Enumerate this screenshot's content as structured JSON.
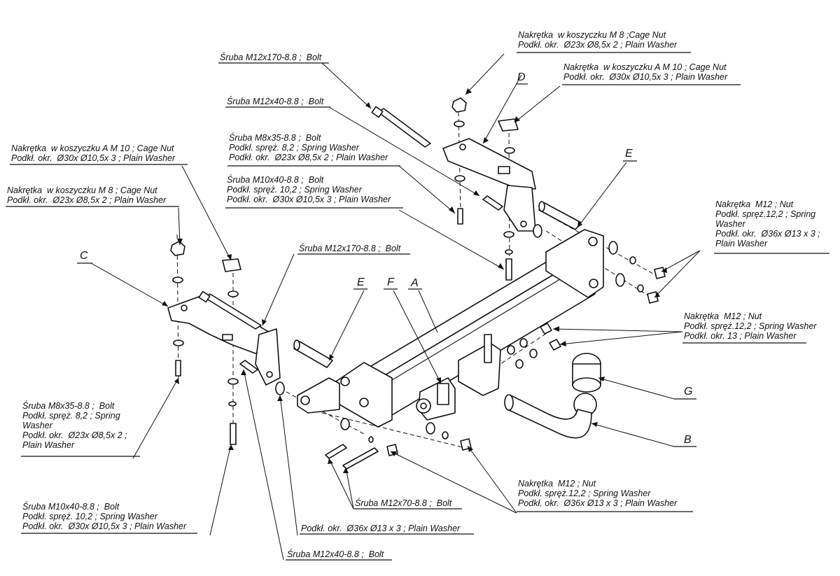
{
  "labels": {
    "l1": "Nakrętka  w koszyczku M 8 ;Cage Nut\nPodkł. okr.  Ø23x Ø8,5x 2 ; Plain Washer",
    "l2": "Nakrętka  w koszyczku A M 10 ; Cage Nut\nPodkł. okr.  Ø30x Ø10,5x 3 ; Plain Washer",
    "l3": "Śruba M12x170-8.8 ;  Bolt",
    "l4": "Śruba M12x40-8.8 ;  Bolt",
    "l5": "Śruba M8x35-8.8 ;  Bolt\nPodkł. spręż. 8,2 ; Spring Washer\nPodkł. okr.  Ø23x Ø8,5x 2 ; Plain Washer",
    "l6": "Śruba M10x40-8.8 ;  Bolt\nPodkł. spręż. 10,2 ; Spring Washer\nPodkł. okr.  Ø30x Ø10,5x 3 ; Plain Washer",
    "l7": "Nakrętka  w koszyczku A M 10 ; Cage Nut\nPodkł. okr.  Ø30x Ø10,5x 3 ; Plain Washer",
    "l8": "Nakrętka  w koszyczku M 8 ; Cage Nut\nPodkł. okr.  Ø23x Ø8,5x 2 ; Plain Washer",
    "l9": "Śruba M12x170-8.8 ;  Bolt",
    "l10": "Nakrętka  M12 ; Nut\nPodkł. spręż.12,2 ; Spring\nWasher\nPodkł. okr.  Ø36x Ø13 x 3 ;\nPlain Washer",
    "l11": "Nakrętka  M12 ; Nut\nPodkł. spręż.12,2 ; Spring Washer\nPodkł. okr. 13 ; Plain Washer",
    "l12": "Śruba M8x35-8.8 ;  Bolt\nPodkł. spręż. 8,2 ; Spring\nWasher\nPodkł. okr.  Ø23x Ø8,5x 2 ;\nPlain Washer",
    "l13": "Śruba M10x40-8.8 ;  Bolt\nPodkł. spręż. 10,2 ; Spring Washer\nPodkł. okr.  Ø30x Ø10,5x 3 ; Plain Washer",
    "l14": "Podkł. okr.  Ø36x Ø13 x 3 ; Plain Washer",
    "l15": "Śruba M12x40-8.8 ;  Bolt",
    "l16": "Śruba M12x70-8.8 ;  Bolt",
    "l17": "Nakrętka  M12 ; Nut\nPodkł. spręż.12,2 ; Spring Washer\nPodkł. okr.  Ø36x Ø13 x 3 ; Plain Washer"
  },
  "letters": {
    "A": "A",
    "B": "B",
    "C": "C",
    "D": "D",
    "E1": "E",
    "E2": "E",
    "F": "F",
    "G": "G"
  }
}
